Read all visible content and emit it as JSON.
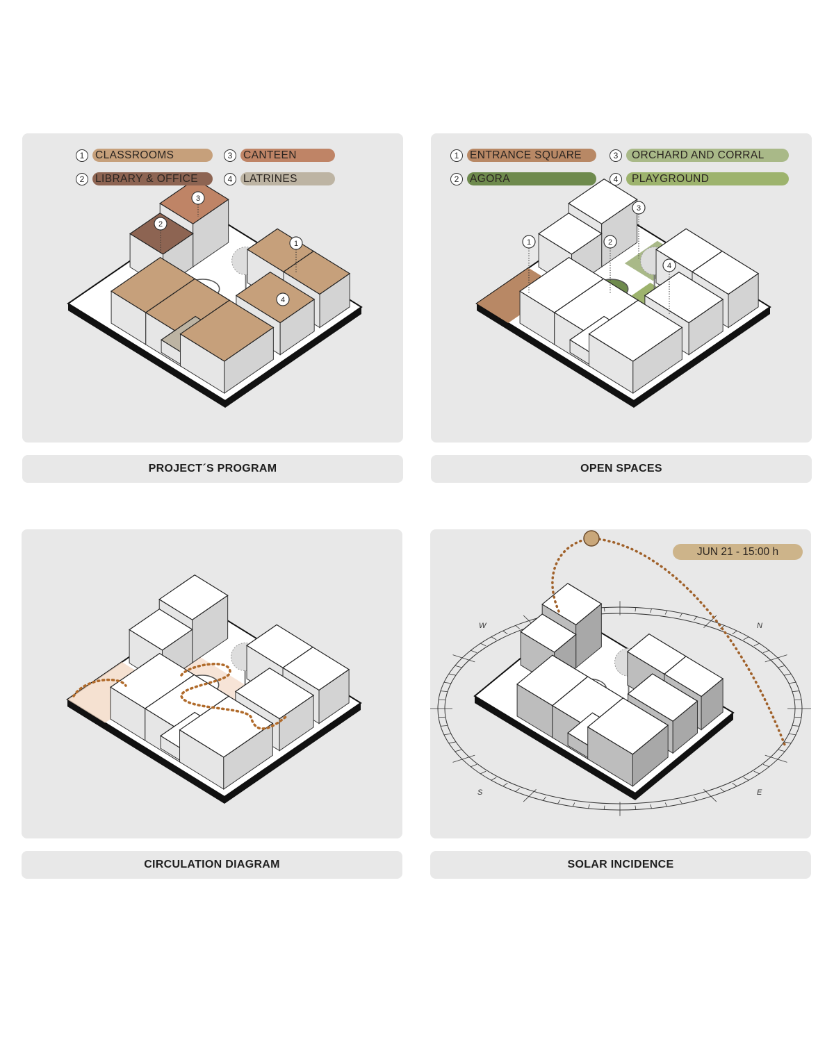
{
  "panels": {
    "program": {
      "caption": "PROJECT´S PROGRAM",
      "legend": [
        {
          "num": "1",
          "label": "CLASSROOMS",
          "color": "#c6a07b"
        },
        {
          "num": "2",
          "label": "LIBRARY & OFFICE",
          "color": "#8d6452"
        },
        {
          "num": "3",
          "label": "CANTEEN",
          "color": "#bf8466"
        },
        {
          "num": "4",
          "label": "LATRINES",
          "color": "#bdb4a3"
        }
      ]
    },
    "open_spaces": {
      "caption": "OPEN SPACES",
      "legend": [
        {
          "num": "1",
          "label": "ENTRANCE SQUARE",
          "color": "#b88865"
        },
        {
          "num": "2",
          "label": "AGORA",
          "color": "#6e8a4d"
        },
        {
          "num": "3",
          "label": "ORCHARD AND CORRAL",
          "color": "#a9b988"
        },
        {
          "num": "4",
          "label": "PLAYGROUND",
          "color": "#9db36d"
        }
      ]
    },
    "circulation": {
      "caption": "CIRCULATION DIAGRAM",
      "path_color": "#b06a2a"
    },
    "solar": {
      "caption": "SOLAR INCIDENCE",
      "date_badge": "JUN 21 - 15:00 h",
      "sun_color": "#c9a77a",
      "path_color": "#a0612a",
      "compass": {
        "w": "W",
        "n": "N",
        "s": "S",
        "e": "E"
      }
    }
  }
}
